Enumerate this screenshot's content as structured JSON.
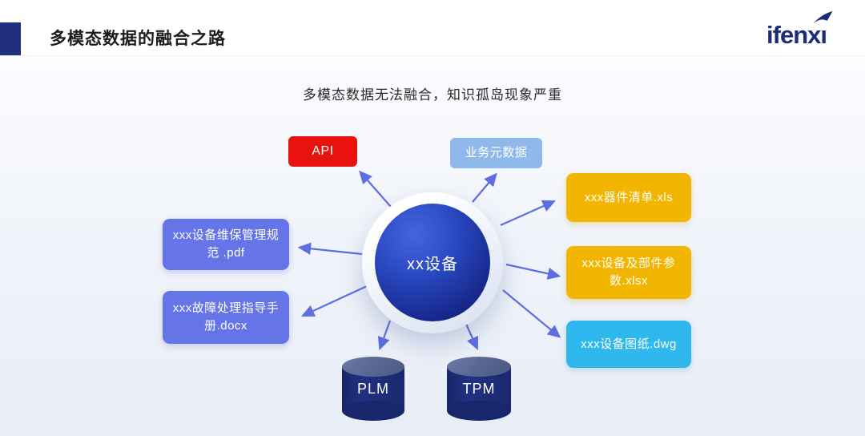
{
  "header": {
    "title": "多模态数据的融合之路",
    "logo_text": "ifenx",
    "logo_last_letter": "ı",
    "logo_full": "ifenxi",
    "accent_color": "#1f2f7b"
  },
  "subtitle": "多模态数据无法融合，知识孤岛现象严重",
  "diagram": {
    "center": {
      "label": "xx设备",
      "color": "#1b2c8c"
    },
    "arrow_color": "#5c6ee0",
    "nodes": [
      {
        "id": "api",
        "label": "API",
        "color": "#e8120f"
      },
      {
        "id": "meta",
        "label": "业务元数据",
        "color": "#8fb9eb"
      },
      {
        "id": "xls",
        "label": "xxx器件清单.xls",
        "color": "#f2b500"
      },
      {
        "id": "xlsx",
        "label": "xxx设备及部件参数.xlsx",
        "color": "#f2b500"
      },
      {
        "id": "dwg",
        "label": "xxx设备图纸.dwg",
        "color": "#2fb8ee"
      },
      {
        "id": "pdf",
        "label": "xxx设备维保管理规范 .pdf",
        "color": "#6574e6"
      },
      {
        "id": "docx",
        "label": "xxx故障处理指导手册.docx",
        "color": "#6574e6"
      },
      {
        "id": "plm",
        "label": "PLM",
        "color": "#18266c"
      },
      {
        "id": "tpm",
        "label": "TPM",
        "color": "#18266c"
      }
    ]
  }
}
